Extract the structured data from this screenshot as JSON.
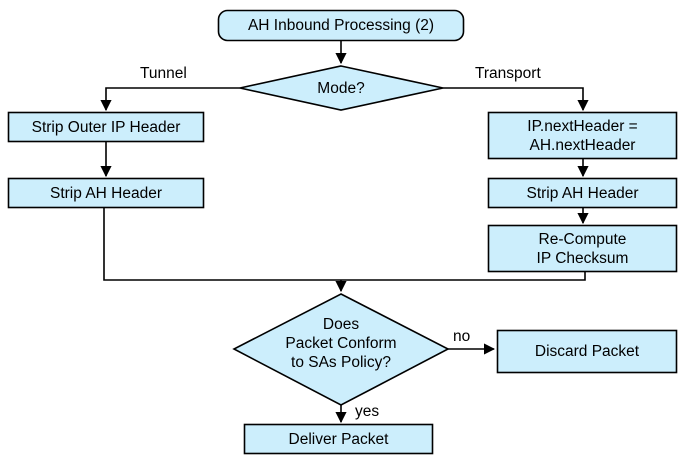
{
  "diagram": {
    "title": "AH Inbound Processing (2)",
    "colors": {
      "node_fill": "#cceefc",
      "node_stroke": "#000000",
      "edge_stroke": "#000000",
      "text": "#000000",
      "background": "#ffffff"
    },
    "nodes": [
      {
        "id": "start",
        "shape": "rounded-rect",
        "label": "AH Inbound Processing (2)"
      },
      {
        "id": "mode",
        "shape": "diamond",
        "label": "Mode?"
      },
      {
        "id": "strip-outer",
        "shape": "rect",
        "label": "Strip Outer IP Header"
      },
      {
        "id": "strip-ah-left",
        "shape": "rect",
        "label": "Strip AH Header"
      },
      {
        "id": "next-header",
        "shape": "rect",
        "label": "IP.nextHeader =\nAH.nextHeader"
      },
      {
        "id": "strip-ah-right",
        "shape": "rect",
        "label": "Strip AH Header"
      },
      {
        "id": "recompute",
        "shape": "rect",
        "label": "Re-Compute\nIP Checksum"
      },
      {
        "id": "conform",
        "shape": "diamond",
        "label": "Does\nPacket Conform\nto SAs Policy?"
      },
      {
        "id": "discard",
        "shape": "rect",
        "label": "Discard Packet"
      },
      {
        "id": "deliver",
        "shape": "rect",
        "label": "Deliver Packet"
      }
    ],
    "edge_labels": [
      {
        "id": "tunnel",
        "label": "Tunnel"
      },
      {
        "id": "transport",
        "label": "Transport"
      },
      {
        "id": "no",
        "label": "no"
      },
      {
        "id": "yes",
        "label": "yes"
      }
    ]
  }
}
